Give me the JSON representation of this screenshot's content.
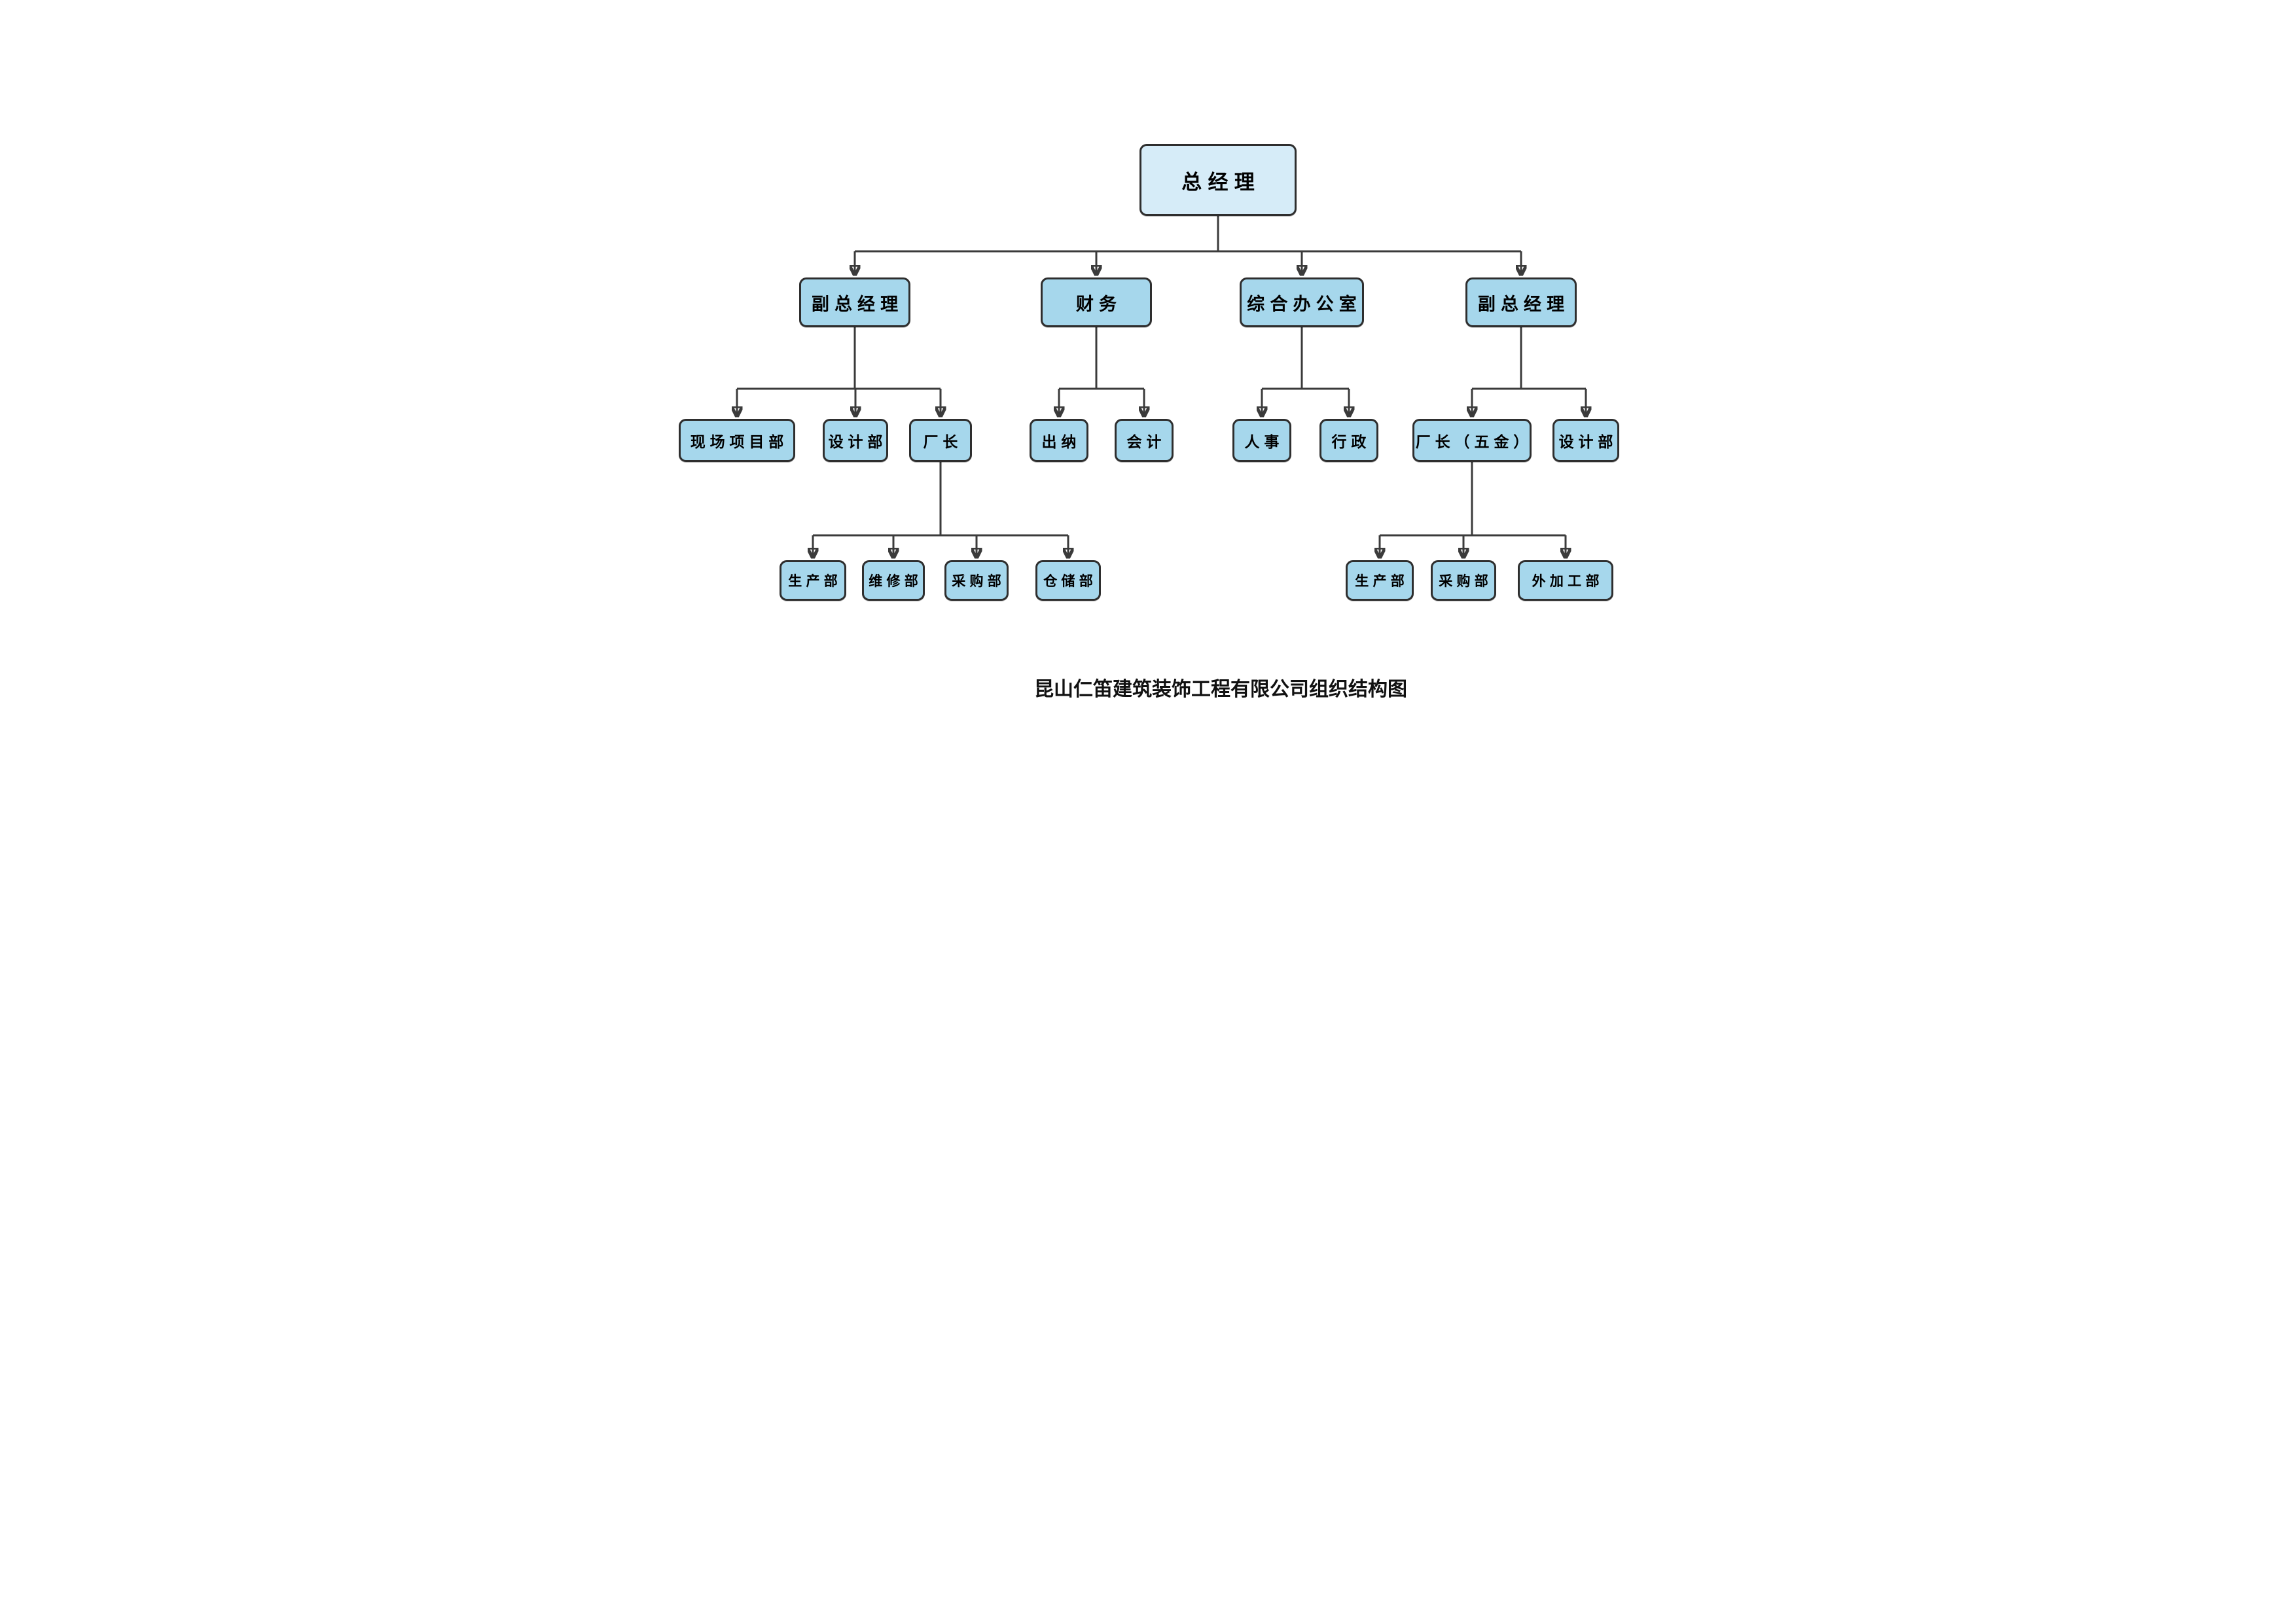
{
  "page": {
    "caption": "昆山仁笛建筑装饰工程有限公司组织结构图"
  },
  "org": {
    "root": {
      "label": "总经理"
    },
    "level2": [
      {
        "label": "副总经理"
      },
      {
        "label": "财务"
      },
      {
        "label": "综合办公室"
      },
      {
        "label": "副总经理"
      }
    ],
    "level3": {
      "under_vp_left": [
        {
          "label": "现场项目部"
        },
        {
          "label": "设计部"
        },
        {
          "label": "厂长"
        }
      ],
      "under_finance": [
        {
          "label": "出纳"
        },
        {
          "label": "会计"
        }
      ],
      "under_office": [
        {
          "label": "人事"
        },
        {
          "label": "行政"
        }
      ],
      "under_vp_right": [
        {
          "label": "厂长（五金）"
        },
        {
          "label": "设计部"
        }
      ]
    },
    "level4": {
      "under_factory_director": [
        {
          "label": "生产部"
        },
        {
          "label": "维修部"
        },
        {
          "label": "采购部"
        },
        {
          "label": "仓储部"
        }
      ],
      "under_factory_director_hw": [
        {
          "label": "生产部"
        },
        {
          "label": "采购部"
        },
        {
          "label": "外加工部"
        }
      ]
    }
  },
  "colors": {
    "root_node_fill": "#d6ecf8",
    "node_fill": "#a6d7ec",
    "node_border": "#2e2e2e",
    "connector": "#3b3b3b",
    "node_text": "#000000",
    "caption_text": "#111111",
    "background": "#ffffff"
  }
}
